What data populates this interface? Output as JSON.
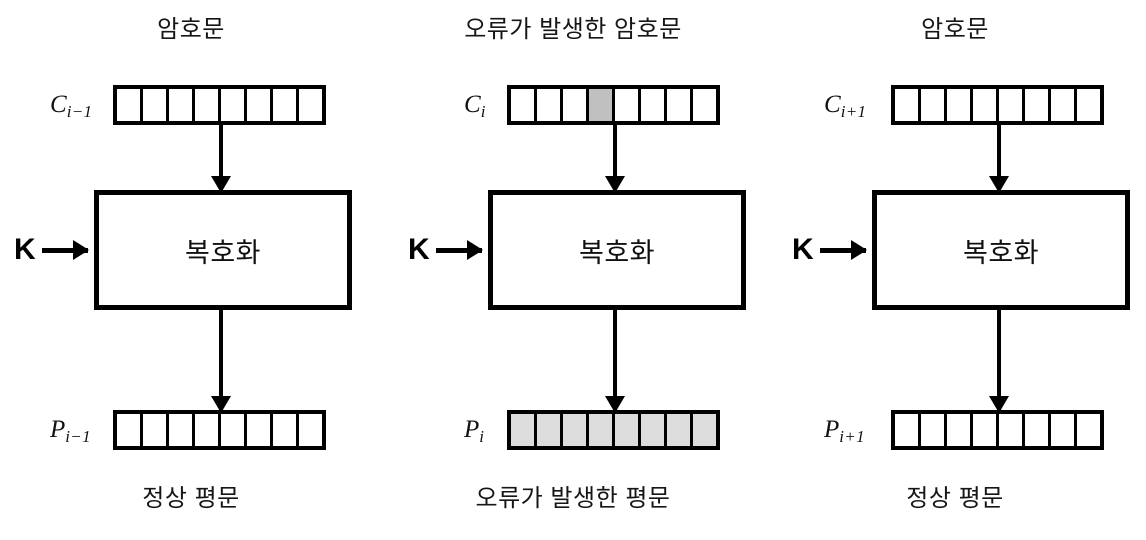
{
  "diagram": {
    "title_semantic": "CBC-mode decryption error propagation diagram",
    "key_label": "K",
    "operation_label": "복호화",
    "colors": {
      "stroke": "#000000",
      "cipher_error_fill": "#c0c0c0",
      "plain_error_fill": "#dcdcdc",
      "normal_fill": "#ffffff",
      "text": "#161616"
    },
    "cells_per_block": 8,
    "columns": [
      {
        "id": "prev",
        "top_caption": "암호문",
        "bottom_caption": "정상 평문",
        "cipher_label_base": "C",
        "cipher_label_sub": "i−1",
        "plain_label_base": "P",
        "plain_label_sub": "i−1",
        "cipher_error_cells": [],
        "plain_error_cells": []
      },
      {
        "id": "current",
        "top_caption": "오류가 발생한 암호문",
        "bottom_caption": "오류가 발생한 평문",
        "cipher_label_base": "C",
        "cipher_label_sub": "i",
        "plain_label_base": "P",
        "plain_label_sub": "i",
        "cipher_error_cells": [
          3
        ],
        "plain_error_cells": [
          0,
          1,
          2,
          3,
          4,
          5,
          6,
          7
        ]
      },
      {
        "id": "next",
        "top_caption": "암호문",
        "bottom_caption": "정상 평문",
        "cipher_label_base": "C",
        "cipher_label_sub": "i+1",
        "plain_label_base": "P",
        "plain_label_sub": "i+1",
        "cipher_error_cells": [],
        "plain_error_cells": []
      }
    ]
  }
}
